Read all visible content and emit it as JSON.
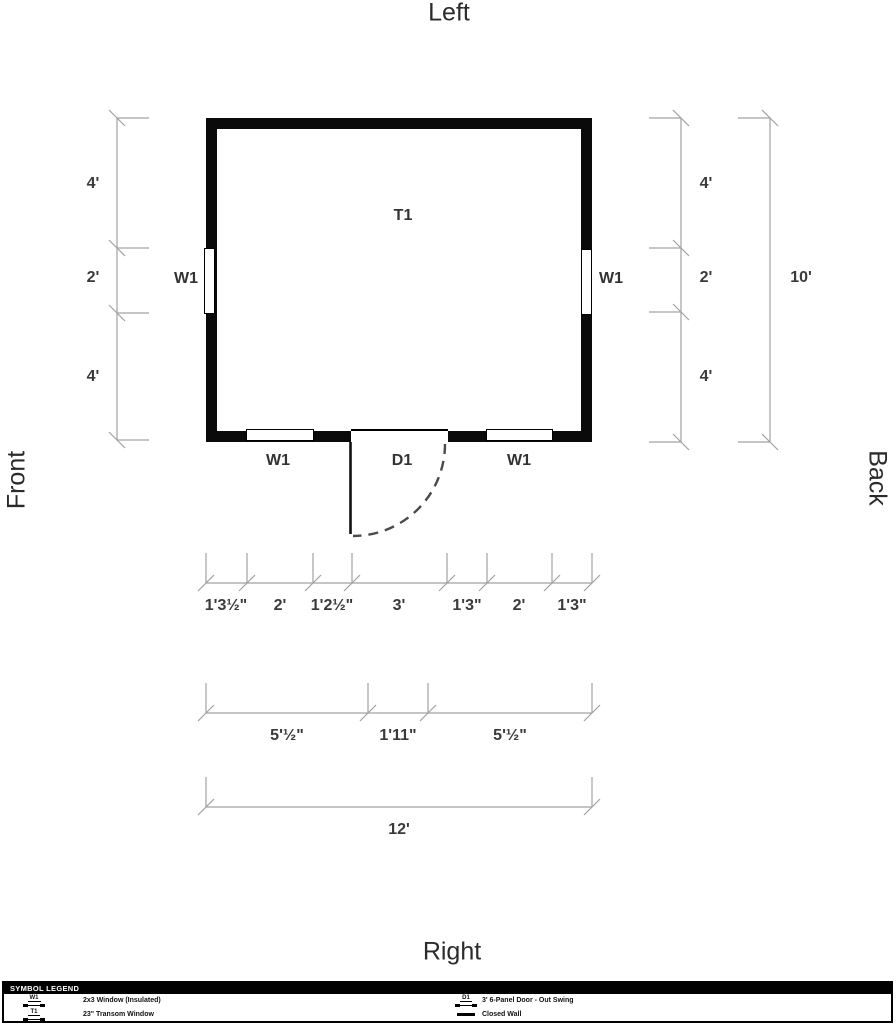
{
  "orientation": {
    "top": "Left",
    "bottom": "Right",
    "left": "Front",
    "right": "Back"
  },
  "plan_labels": {
    "transom": "T1",
    "left_window": "W1",
    "right_window": "W1",
    "bottom_left_window": "W1",
    "door": "D1",
    "bottom_right_window": "W1"
  },
  "dimensions": {
    "left": [
      "4'",
      "2'",
      "4'"
    ],
    "right": [
      "4'",
      "2'",
      "4'"
    ],
    "right_total": "10'",
    "front_segments": [
      "1'3½\"",
      "2'",
      "1'2½\"",
      "3'",
      "1'3\"",
      "2'",
      "1'3\""
    ],
    "front_groups": [
      "5'½\"",
      "1'11\"",
      "5'½\""
    ],
    "front_total": "12'"
  },
  "legend": {
    "title": "SYMBOL LEGEND",
    "items": [
      {
        "id": "W1",
        "label": "2x3 Window (Insulated)"
      },
      {
        "id": "T1",
        "label": "23\" Transom Window"
      },
      {
        "id": "D1",
        "label": "3' 6-Panel Door - Out Swing"
      },
      {
        "id": "",
        "label": "Closed Wall"
      }
    ]
  },
  "colors": {
    "wall": "#0a0a0a",
    "dimension_line": "#a2a2a2",
    "dimension_text": "#3a3a3a",
    "door_swing": "#4a4a4a",
    "legend_header_bg": "#000000",
    "legend_header_text": "#ffffff"
  }
}
